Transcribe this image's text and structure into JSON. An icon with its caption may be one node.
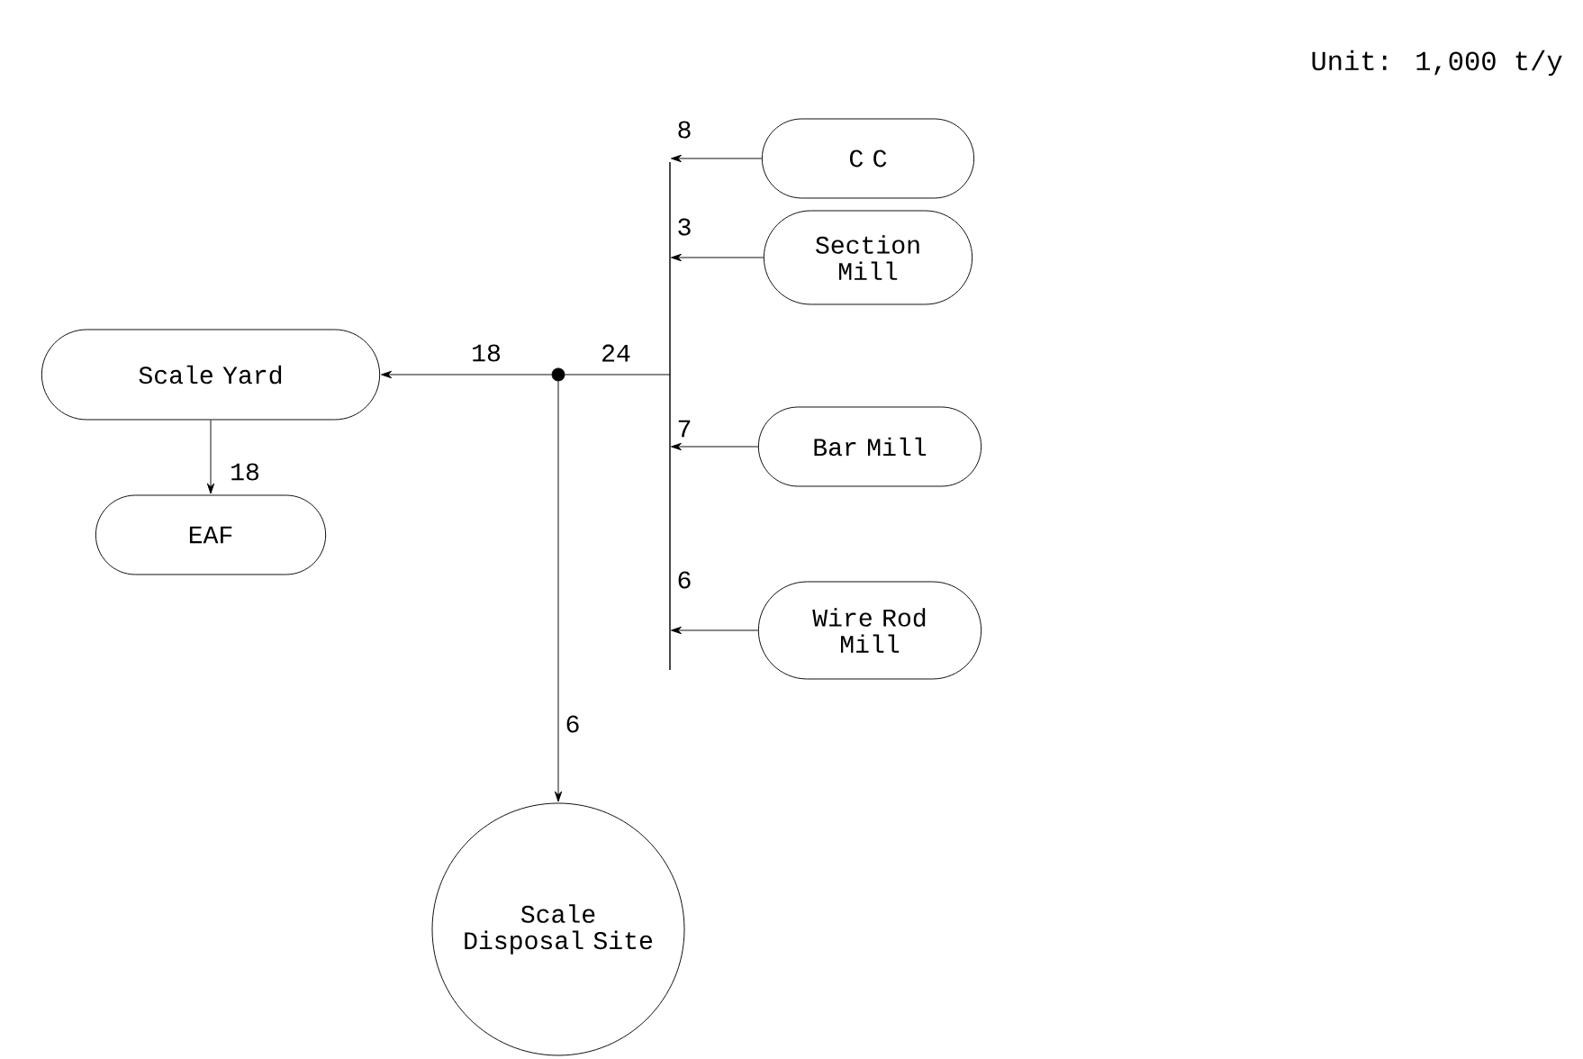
{
  "diagram": {
    "nodes": [
      {
        "text": [
          "C C"
        ]
      },
      {
        "text": [
          "Section Mill"
        ]
      },
      {
        "text": [
          "Bar Mill"
        ]
      },
      {
        "text": [
          "Wire Rod Mill"
        ]
      },
      {
        "text": [],
        "shape": "bar"
      },
      {
        "text": [],
        "shape": "circle"
      },
      {
        "text": [
          "Scale Yard"
        ]
      },
      {
        "text": [
          "EAF"
        ]
      },
      {
        "text": [
          "Scale Disposal Site"
        ]
      }
    ],
    "edges": [
      {
        "from": 0,
        "to": 4,
        "arrow": "to",
        "label": "8"
      },
      {
        "from": 1,
        "to": 4,
        "arrow": "to",
        "label": "3"
      },
      {
        "from": 2,
        "to": 4,
        "arrow": "to",
        "label": "7"
      },
      {
        "from": 3,
        "to": 4,
        "arrow": "to",
        "label": "6"
      },
      {
        "from": 4,
        "to": 5,
        "arrow": "none",
        "label": "24"
      },
      {
        "from": 5,
        "to": 6,
        "arrow": "to",
        "label": "18"
      },
      {
        "from": 6,
        "to": 7,
        "arrow": "to",
        "label": "18"
      },
      {
        "from": 5,
        "to": 8,
        "arrow": "to",
        "label": "6"
      }
    ],
    "labels": [
      "Unit: 1,000 t/y"
    ]
  }
}
